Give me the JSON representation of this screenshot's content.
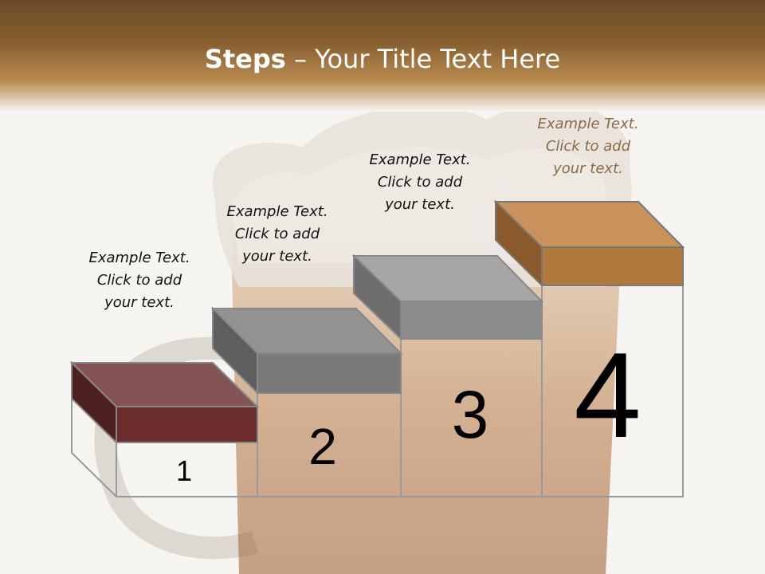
{
  "slide": {
    "title_bold": "Steps",
    "title_rest": " – Your Title Text Here"
  },
  "steps": [
    {
      "number": "1",
      "line1": "Example Text.",
      "line2": "Click  to add",
      "line3": "your text.",
      "color": "#6b2c2c"
    },
    {
      "number": "2",
      "line1": "Example Text.",
      "line2": "Click  to add",
      "line3": "your text.",
      "color": "#7a7a7a"
    },
    {
      "number": "3",
      "line1": "Example Text.",
      "line2": "Click  to add",
      "line3": "your text.",
      "color": "#8c8c8c"
    },
    {
      "number": "4",
      "line1": "Example Text.",
      "line2": "Click  to add",
      "line3": "your text.",
      "color": "#b07a3e"
    }
  ],
  "colors": {
    "header_dark": "#6a4a26",
    "header_light": "#b88a4f",
    "caption_highlight": "#8a6a45"
  }
}
